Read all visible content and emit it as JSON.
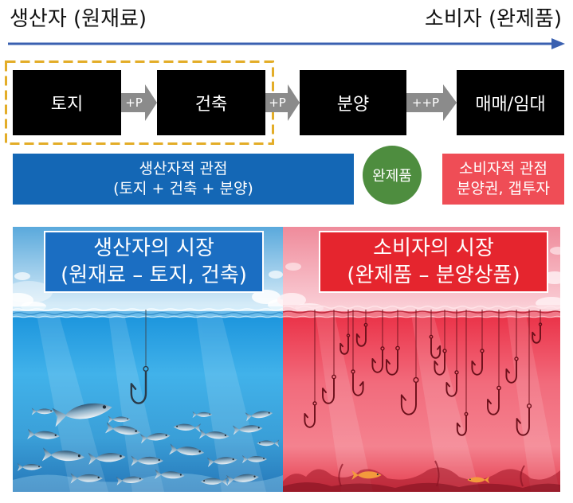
{
  "axis": {
    "start_label": "생산자 (원재료)",
    "end_label": "소비자 (완제품)",
    "color": "#3a60b0"
  },
  "flow": {
    "stages": [
      "토지",
      "건축",
      "분양",
      "매매/임대"
    ],
    "connectors": [
      "+P",
      "+P",
      "++P"
    ],
    "stage_color": "#000000",
    "connector_color": "#8b8b8b",
    "highlight_color": "#e3ad28"
  },
  "perspectives": {
    "producer": {
      "title": "생산자적 관점",
      "detail": "(토지 + 건축 + 분양)",
      "color": "#1467b5"
    },
    "product": {
      "label": "완제품",
      "color": "#4e8d3f"
    },
    "consumer": {
      "title": "소비자적 관점",
      "detail": "분양권, 갭투자",
      "color": "#ef4d56"
    }
  },
  "markets": {
    "producer": {
      "title": "생산자의 시장",
      "detail": "(원재료 – 토지, 건축)",
      "color": "#1b6ec2"
    },
    "consumer": {
      "title": "소비자의 시장",
      "detail": "(완제품 – 분양상품)",
      "color": "#e5252e"
    }
  }
}
